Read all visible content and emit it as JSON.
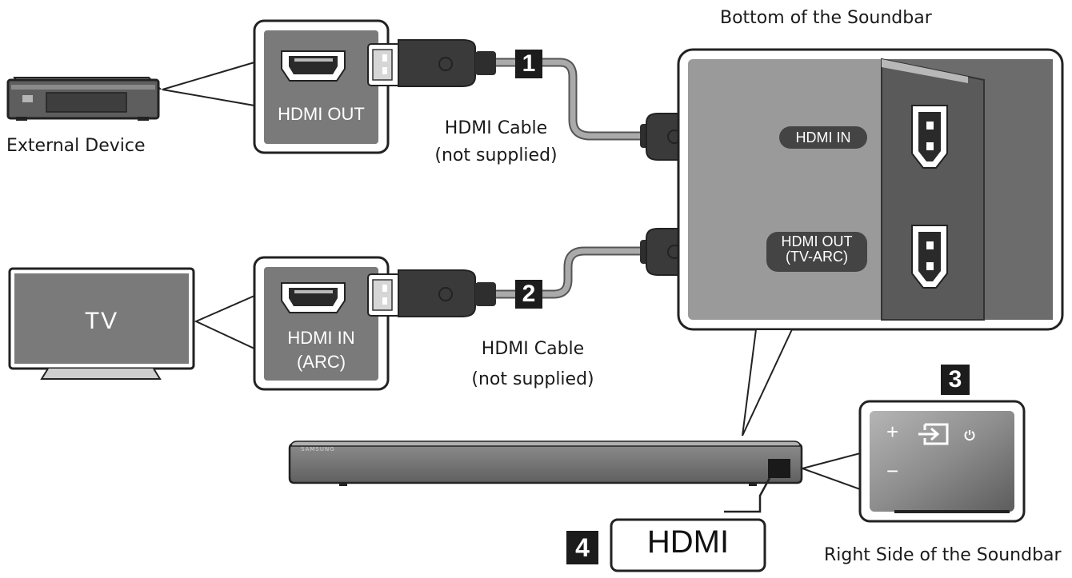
{
  "labels": {
    "external_device": "External Device",
    "hdmi_out": "HDMI OUT",
    "tv": "TV",
    "hdmi_in_arc_line1": "HDMI IN",
    "hdmi_in_arc_line2": "(ARC)",
    "cable1_line1": "HDMI Cable",
    "cable1_line2": "(not supplied)",
    "cable2_line1": "HDMI Cable",
    "cable2_line2": "(not supplied)",
    "bottom_of_soundbar": "Bottom of the Soundbar",
    "soundbar_hdmi_in": "HDMI IN",
    "soundbar_hdmi_out_line1": "HDMI OUT",
    "soundbar_hdmi_out_line2": "(TV-ARC)",
    "right_side_of_soundbar": "Right Side of the Soundbar",
    "hdmi_callout": "HDMI",
    "samsung_logo": "SAMSUNG"
  },
  "steps": {
    "s1": "1",
    "s2": "2",
    "s3": "3",
    "s4": "4"
  },
  "colors": {
    "device_gray": "#7a7a7a",
    "panel_gray": "#9a9a9a",
    "dark": "#2a2a2a",
    "cable": "#3a3a3a",
    "cable_wire": "#9c9c9c"
  },
  "icons": {
    "plus": "+",
    "minus": "−",
    "source": "source-icon",
    "power": "power-icon"
  }
}
